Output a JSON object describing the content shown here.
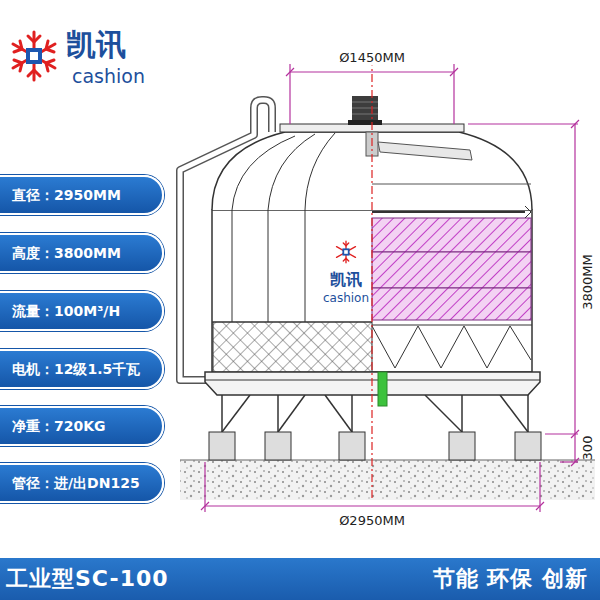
{
  "diagram": {
    "nodes": [
      {
        "text": [
          "直径：2950MM"
        ]
      },
      {
        "text": [
          "高度：3800MM"
        ]
      },
      {
        "text": [
          "流量：100M³/H"
        ]
      },
      {
        "text": [
          "电机：12级1.5千瓦"
        ]
      },
      {
        "text": [
          "净重：720KG"
        ]
      },
      {
        "text": [
          "管径：进/出DN125"
        ]
      },
      {
        "text": [
          "工业型SC-100",
          "节能 环保 创新"
        ]
      }
    ],
    "labels": [
      "凯讯",
      "cashion",
      "Ø1450MM",
      "凯讯",
      "cashion",
      "3800MM",
      "300",
      "Ø2950MM"
    ]
  }
}
